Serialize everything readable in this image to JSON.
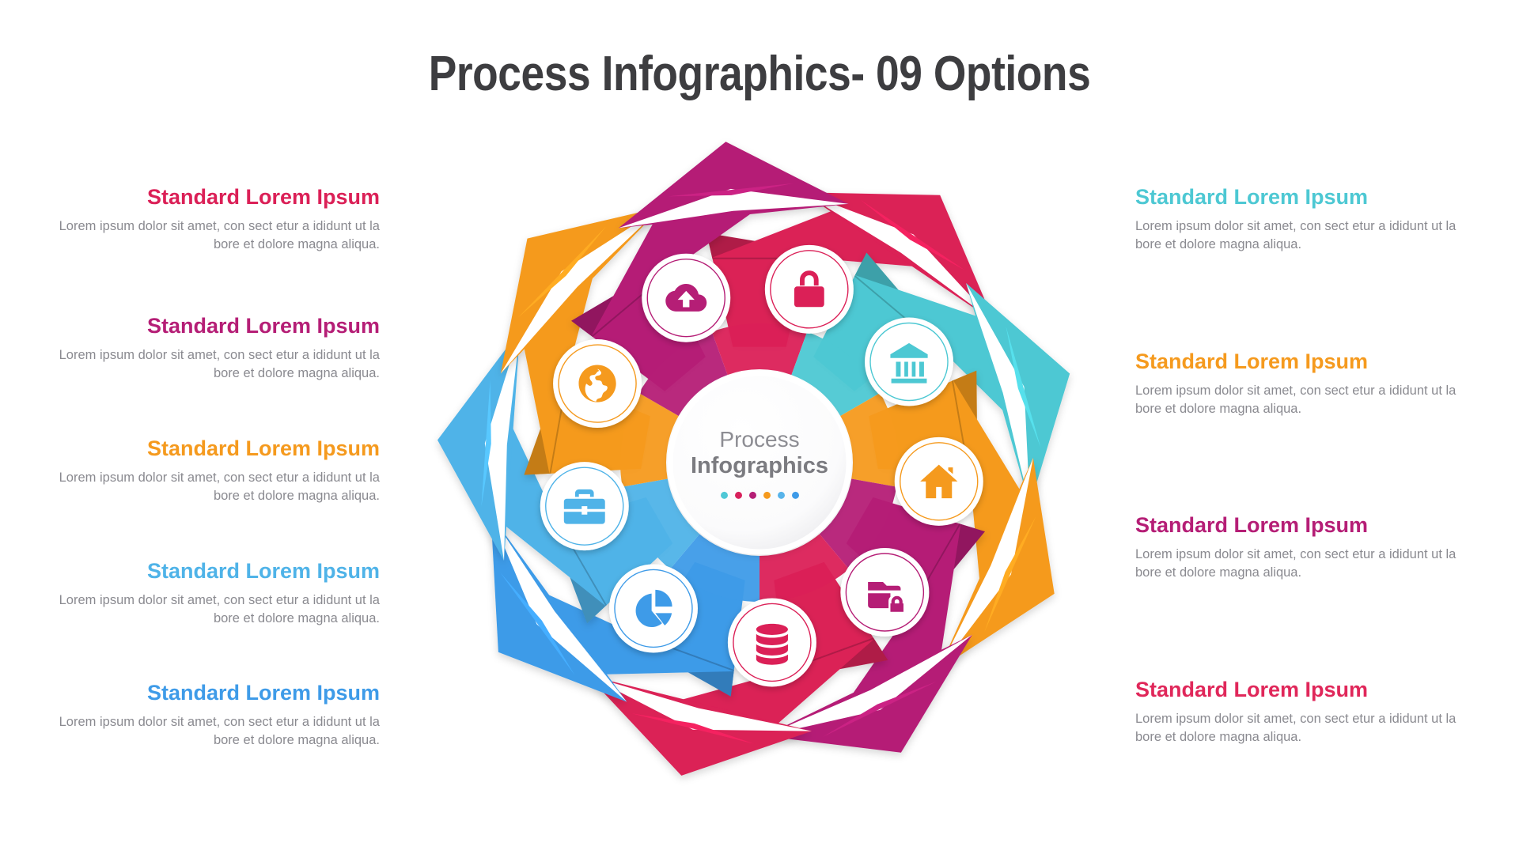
{
  "title": "Process Infographics- 09 Options",
  "body_text": "Lorem ipsum dolor sit  amet, con sect etur a ididunt ut la bore et dolore magna aliqua.",
  "heading_text": "Standard Lorem Ipsum",
  "hub": {
    "line1": "Process",
    "line2": "Infographics",
    "dot_colors": [
      "#4FC8D6",
      "#D8215C",
      "#B51E76",
      "#F59A1E",
      "#58B4EA",
      "#3E9BE8"
    ]
  },
  "palette": {
    "crimson": "#DB2057",
    "pink": "#E0275A",
    "purple": "#B51E76",
    "orange": "#F59A1E",
    "turquoise": "#4DC8D3",
    "light_blue": "#4FB3E8",
    "blue": "#3E9BE8",
    "text_gray": "#8a8a90",
    "title_gray": "#3d3d40"
  },
  "left_column": [
    {
      "heading": "Standard Lorem Ipsum",
      "color": "#DB2057",
      "body": "Lorem ipsum dolor sit  amet, con sect etur a ididunt ut la bore et dolore magna aliqua."
    },
    {
      "heading": "Standard Lorem Ipsum",
      "color": "#B51E76",
      "body": "Lorem ipsum dolor sit  amet, con sect etur a ididunt ut la bore et dolore magna aliqua."
    },
    {
      "heading": "Standard Lorem Ipsum",
      "color": "#F59A1E",
      "body": "Lorem ipsum dolor sit  amet, con sect etur a ididunt ut la bore et dolore magna aliqua."
    },
    {
      "heading": "Standard Lorem Ipsum",
      "color": "#4FB3E8",
      "body": "Lorem ipsum dolor sit  amet, con sect etur a ididunt ut la bore et dolore magna aliqua."
    },
    {
      "heading": "Standard Lorem Ipsum",
      "color": "#3E9BE8",
      "body": "Lorem ipsum dolor sit  amet, con sect etur a ididunt ut la bore et dolore magna aliqua."
    }
  ],
  "right_column": [
    {
      "heading": "Standard Lorem Ipsum",
      "color": "#4DC8D3",
      "body": "Lorem ipsum dolor sit  amet, con sect etur a ididunt ut la bore et dolore magna aliqua."
    },
    {
      "heading": "Standard Lorem Ipsum",
      "color": "#F59A1E",
      "body": "Lorem ipsum dolor sit  amet, con sect etur a ididunt ut la bore et dolore magna aliqua."
    },
    {
      "heading": "Standard Lorem Ipsum",
      "color": "#B51E76",
      "body": "Lorem ipsum dolor sit  amet, con sect etur a ididunt ut la bore et dolore magna aliqua."
    },
    {
      "heading": "Standard Lorem Ipsum",
      "color": "#E0275A",
      "body": "Lorem ipsum dolor sit  amet, con sect etur a ididunt ut la bore et dolore magna aliqua."
    }
  ],
  "wheel_segments": [
    {
      "icon": "lock-icon",
      "color": "#DB2057",
      "angle": -90
    },
    {
      "icon": "bank-icon",
      "color": "#4DC8D3",
      "angle": -50
    },
    {
      "icon": "home-icon",
      "color": "#F59A1E",
      "angle": -10
    },
    {
      "icon": "folder-lock-icon",
      "color": "#B51E76",
      "angle": 30
    },
    {
      "icon": "database-icon",
      "color": "#DB2057",
      "angle": 70
    },
    {
      "icon": "pie-chart-icon",
      "color": "#3E9BE8",
      "angle": 110
    },
    {
      "icon": "briefcase-icon",
      "color": "#4FB3E8",
      "angle": 150
    },
    {
      "icon": "globe-icon",
      "color": "#F59A1E",
      "angle": 190
    },
    {
      "icon": "cloud-upload-icon",
      "color": "#B51E76",
      "angle": 230
    }
  ]
}
